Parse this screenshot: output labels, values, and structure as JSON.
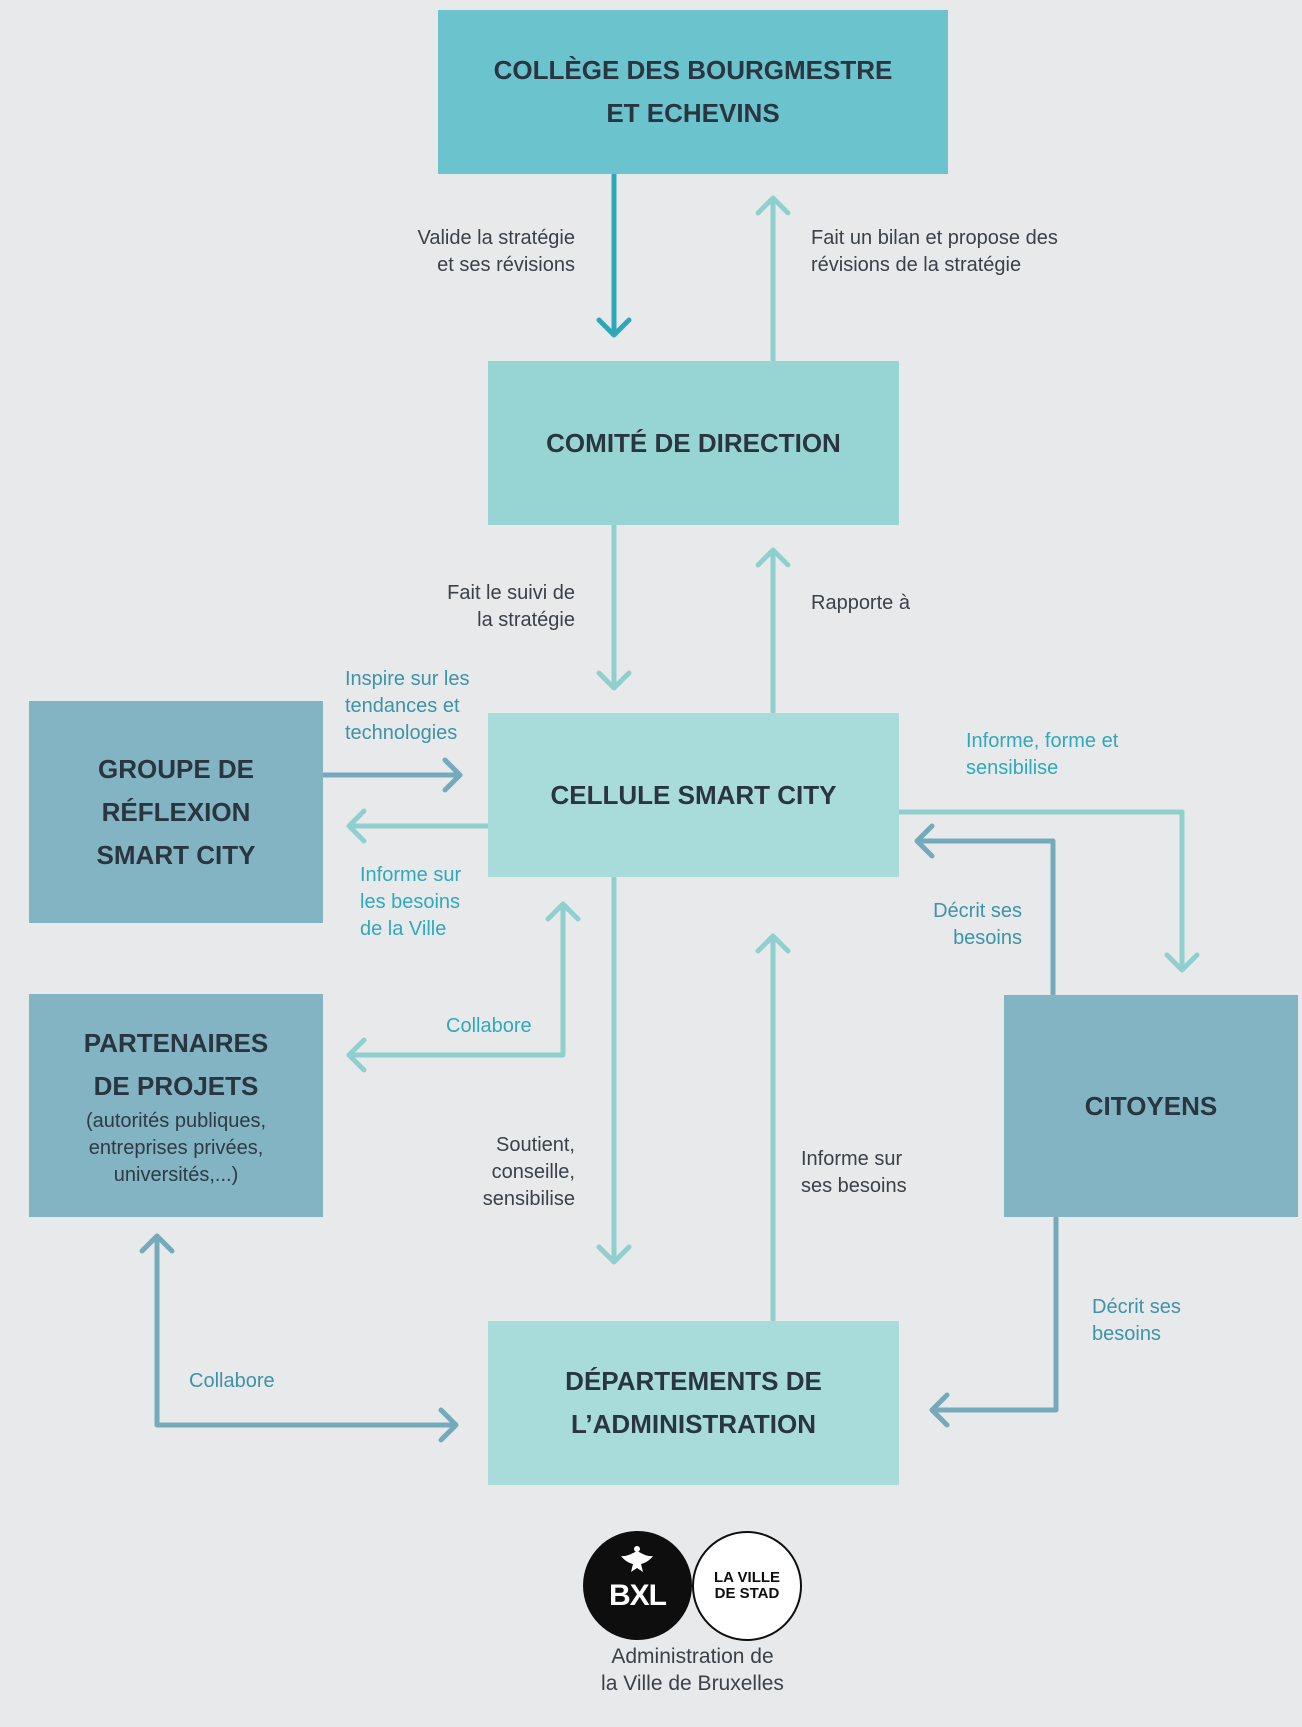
{
  "colors": {
    "background": "#e8e9ea",
    "college_box": "#6ac3cd",
    "comite_box": "#97d5d4",
    "cellule_box": "#a8dcdb",
    "departements_box": "#a8dcdb",
    "side_box": "#82b4c3",
    "arrow_dark_teal": "#2ea8b6",
    "arrow_light_teal": "#8fd0cf",
    "arrow_slate": "#74aabc"
  },
  "boxes": {
    "college": {
      "line1": "COLLÈGE DES BOURGMESTRE",
      "line2": "ET ECHEVINS"
    },
    "comite": {
      "line1": "COMITÉ DE DIRECTION"
    },
    "cellule": {
      "line1": "CELLULE SMART CITY"
    },
    "groupe": {
      "line1": "GROUPE DE",
      "line2": "RÉFLEXION",
      "line3": "SMART CITY"
    },
    "partenaires": {
      "line1": "PARTENAIRES",
      "line2": "DE PROJETS",
      "sub1": "(autorités publiques,",
      "sub2": "entreprises privées,",
      "sub3": "universités,...)"
    },
    "citoyens": {
      "line1": "CITOYENS"
    },
    "departements": {
      "line1": "DÉPARTEMENTS DE",
      "line2": "L’ADMINISTRATION"
    }
  },
  "labels": {
    "valide": {
      "line1": "Valide la stratégie",
      "line2": "et ses révisions"
    },
    "bilan": {
      "line1": "Fait un bilan et propose des",
      "line2": "révisions de la stratégie"
    },
    "suivi": {
      "line1": "Fait le suivi de",
      "line2": "la stratégie"
    },
    "rapporte": {
      "line1": "Rapporte à"
    },
    "inspire": {
      "line1": "Inspire sur les",
      "line2": "tendances et",
      "line3": "technologies"
    },
    "informe_besoins_ville": {
      "line1": "Informe sur",
      "line2": "les besoins",
      "line3": "de la Ville"
    },
    "informe_forme": {
      "line1": "Informe, forme et",
      "line2": "sensibilise"
    },
    "decrit_1": {
      "line1": "Décrit ses",
      "line2": "besoins"
    },
    "collabore_1": {
      "line1": "Collabore"
    },
    "soutient": {
      "line1": "Soutient,",
      "line2": "conseille,",
      "line3": "sensibilise"
    },
    "informe_ses_besoins": {
      "line1": "Informe sur",
      "line2": "ses besoins"
    },
    "decrit_2": {
      "line1": "Décrit ses",
      "line2": "besoins"
    },
    "collabore_2": {
      "line1": "Collabore"
    }
  },
  "logo": {
    "left": "BXL",
    "right_line1": "LA VILLE",
    "right_line2": "DE STAD"
  },
  "caption": {
    "line1": "Administration de",
    "line2": "la Ville de Bruxelles"
  }
}
